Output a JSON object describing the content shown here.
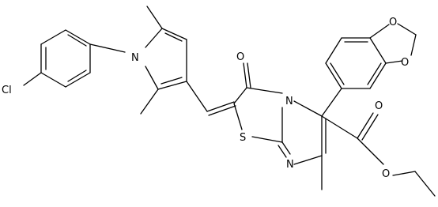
{
  "molecule": {
    "atom_labels": {
      "cl": "Cl",
      "n_pyrrole": "N",
      "n_bridge": "N",
      "n_ring": "N",
      "s_ring": "S",
      "o_ketone": "O",
      "o_ester_carbonyl": "O",
      "o_ester_ether": "O",
      "o_dioxole_1": "O",
      "o_dioxole_2": "O"
    }
  }
}
